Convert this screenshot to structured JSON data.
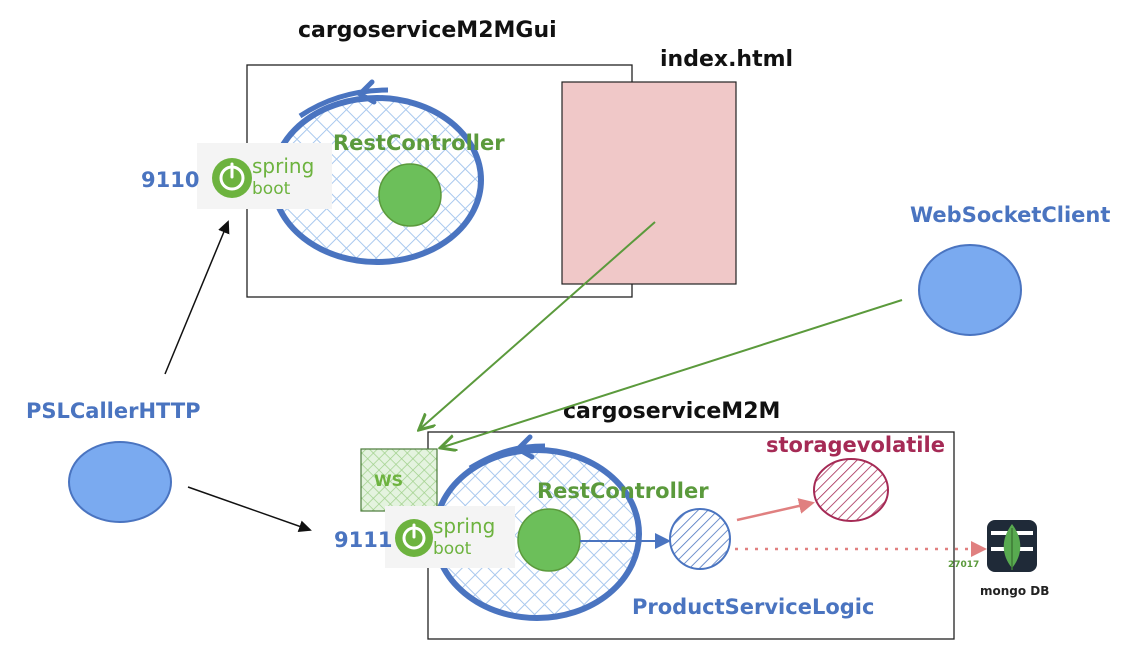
{
  "labels": {
    "gui_container": "cargoserviceM2MGui",
    "index_file": "index.html",
    "gui_port": "9110",
    "gui_controller": "RestController",
    "websocket_client": "WebSocketClient",
    "caller_http": "PSLCallerHTTP",
    "m2m_container": "cargoserviceM2M",
    "storage": "storagevolatile",
    "ws": "WS",
    "m2m_controller": "RestController",
    "m2m_port": "9111",
    "logic": "ProductServiceLogic",
    "mongo_port": "27017",
    "mongo": "mongo DB",
    "spring_word": "spring",
    "boot_word": "boot"
  },
  "icons": {
    "spring_logo": "spring-boot-logo-icon",
    "mongo_logo": "mongodb-leaf-icon"
  },
  "colors": {
    "blue": "#4a74c0",
    "green": "#5b9a3c",
    "red": "#a52a55",
    "pink": "#f0c8c8",
    "node_blue": "#7aaaf0",
    "arrow_red": "#e08080"
  }
}
